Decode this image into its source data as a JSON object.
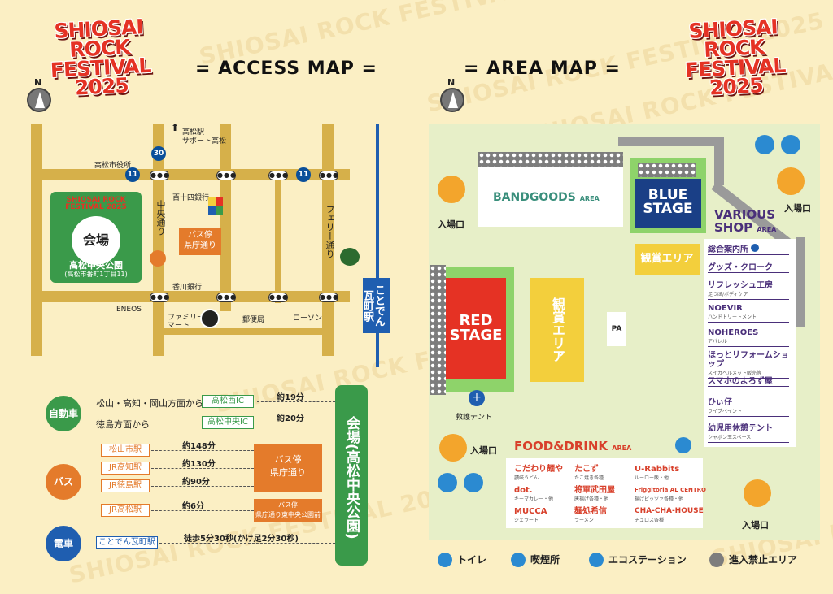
{
  "logos": {
    "left": "SHIOSAI ROCK\nFESTIVAL 2025",
    "right": "SHIOSAI ROCK\nFESTIVAL 2025"
  },
  "access": {
    "title": "= ACCESS MAP =",
    "north": "N",
    "venue": {
      "logo": "SHIOSAI ROCK\nFESTIVAL 2025",
      "label": "会場",
      "park": "高松中央公園",
      "address": "(高松市番町1丁目11)"
    },
    "routes": {
      "r30": "30",
      "r11a": "11",
      "r11b": "11"
    },
    "labels": {
      "takamatsu_st": "高松駅",
      "support_hs": "サポート高松",
      "city_hall": "高松市役所",
      "hyakujushi": "百十四銀行",
      "kagawa_bank": "香川銀行",
      "eneos": "ENEOS",
      "familymart": "ファミリー\nマート",
      "post_office": "郵便局",
      "lawson": "ローソン",
      "chuo_dori": "中央通り",
      "ferry_dori": "フェリー通り",
      "bus_stop": "バス停\n県庁通り",
      "station": "ことでん\n瓦町駅"
    },
    "transit": {
      "car": {
        "mode": "自動車",
        "rows": [
          {
            "from": "松山・高知・岡山方面から",
            "to": "高松西IC",
            "time": "約19分"
          },
          {
            "from": "徳島方面から",
            "to": "高松中央IC",
            "time": "約20分"
          }
        ]
      },
      "bus": {
        "mode": "バス",
        "rows": [
          {
            "from": "松山市駅",
            "time": "約148分"
          },
          {
            "from": "JR高知駅",
            "time": "約130分"
          },
          {
            "from": "JR徳島駅",
            "time": "約90分"
          },
          {
            "from": "JR高松駅",
            "time": "約6分"
          }
        ],
        "stop1": "バス停\n県庁通り",
        "stop2": "バス停\n県庁通り東中央公園前"
      },
      "train": {
        "mode": "電車",
        "from": "ことでん瓦町駅",
        "time": "徒歩5分30秒(かけ足2分30秒)"
      },
      "destination": "会場(高松中央公園)"
    }
  },
  "area": {
    "title": "= AREA MAP =",
    "north": "N",
    "bandgoods": "BANDGOODS",
    "bandgoods_sub": "AREA",
    "blue_stage": "BLUE\nSTAGE",
    "red_stage": "RED\nSTAGE",
    "various": "VARIOUS\nSHOP",
    "various_sub": "AREA",
    "kansho1": "観賞エリア",
    "kansho2": "観賞エリア",
    "pa": "PA",
    "first_aid": "救護テント",
    "entrances": [
      "入場口",
      "入場口",
      "入場口",
      "入場口"
    ],
    "food_title": "FOOD&DRINK",
    "food_sub": "AREA",
    "shops": [
      {
        "name": "総合案内所",
        "sub": ""
      },
      {
        "name": "グッズ・クローク",
        "sub": ""
      },
      {
        "name": "リフレッシュ工房",
        "sub": "足つぼ/ボディケア"
      },
      {
        "name": "NOEVIR",
        "sub": "ハンドトリートメント"
      },
      {
        "name": "NOHEROES",
        "sub": "アパレル"
      },
      {
        "name": "ほっとリフォームショップ",
        "sub": "スイカヘルメット販売等"
      },
      {
        "name": "スマホのよろず屋",
        "sub": ""
      },
      {
        "name": "ひぃ仔",
        "sub": "ライブペイント"
      },
      {
        "name": "幼児用休憩テント",
        "sub": "シャボン玉スペース"
      }
    ],
    "food": [
      {
        "name": "こだわり麺や",
        "sub": "讃岐うどん"
      },
      {
        "name": "たこず",
        "sub": "たこ焼き各種"
      },
      {
        "name": "U-Rabbits",
        "sub": "ルーロー飯・他"
      },
      {
        "name": "dot.",
        "sub": "キーマカレー・他"
      },
      {
        "name": "将軍武田屋",
        "sub": "唐揚げ各種・他"
      },
      {
        "name": "Friggitoria AL CENTRO",
        "sub": "揚げピッツァ各種・他"
      },
      {
        "name": "MUCCA",
        "sub": "ジェラート"
      },
      {
        "name": "麺処希信",
        "sub": "ラーメン"
      },
      {
        "name": "CHA-CHA-HOUSE",
        "sub": "チュロス各種"
      }
    ],
    "legend": {
      "toilet": "トイレ",
      "smoking": "喫煙所",
      "eco": "エコステーション",
      "no_entry": "進入禁止エリア"
    }
  }
}
